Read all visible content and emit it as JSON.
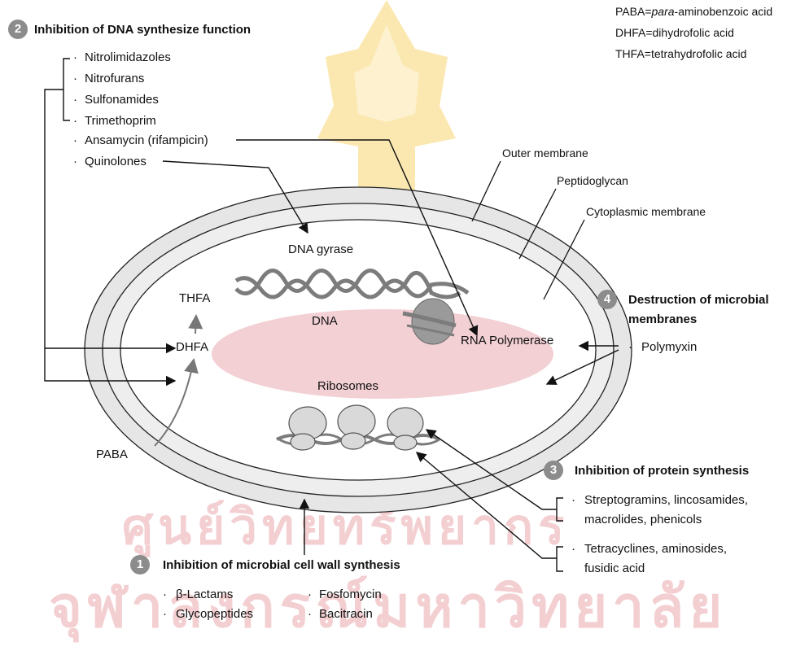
{
  "colors": {
    "outer_ring": "#e6e6e6",
    "inner_fill": "#ffffff",
    "pink_blob": "#f0c8cc",
    "dna": "#7c7c7c",
    "watermark": "#f3cfd2",
    "watermark_crest": "#fbe8b0"
  },
  "legend_abbreviations": [
    {
      "prefix": "PABA=",
      "italic": "para",
      "suffix": "-aminobenzoic acid"
    },
    {
      "text": "DHFA=dihydrofolic acid"
    },
    {
      "text": "THFA=tetrahydrofolic acid"
    }
  ],
  "section2": {
    "number": "2",
    "title": "Inhibition of DNA synthesize function",
    "items": [
      "Nitrolimidazoles",
      "Nitrofurans",
      "Sulfonamides",
      "Trimethoprim",
      "Ansamycin (rifampicin)",
      "Quinolones"
    ]
  },
  "cell_labels": {
    "outer_membrane": "Outer membrane",
    "peptidoglycan": "Peptidoglycan",
    "cytoplasmic_membrane": "Cytoplasmic membrane",
    "dna_gyrase": "DNA gyrase",
    "dna": "DNA",
    "rna_polymerase": "RNA Polymerase",
    "thfa": "THFA",
    "dhfa": "DHFA",
    "paba": "PABA",
    "ribosomes": "Ribosomes"
  },
  "section4": {
    "number": "4",
    "title_line1": "Destruction of microbial",
    "title_line2": "membranes",
    "items": [
      "Polymyxin"
    ]
  },
  "section3": {
    "number": "3",
    "title": "Inhibition of protein synthesis",
    "group1_line1": "Streptogramins, lincosamides,",
    "group1_line2": "macrolides, phenicols",
    "group2_line1": "Tetracyclines, aminosides,",
    "group2_line2": "fusidic acid"
  },
  "section1": {
    "number": "1",
    "title": "Inhibition of microbial cell wall synthesis",
    "items": [
      "β-Lactams",
      "Glycopeptides",
      "Fosfomycin",
      "Bacitracin"
    ]
  },
  "bullet": "·",
  "watermark": {
    "line1": "ศูนย์วิทยทรัพยากร",
    "line2": "จุฬาลงกรณ์มหาวิทยาลัย"
  }
}
